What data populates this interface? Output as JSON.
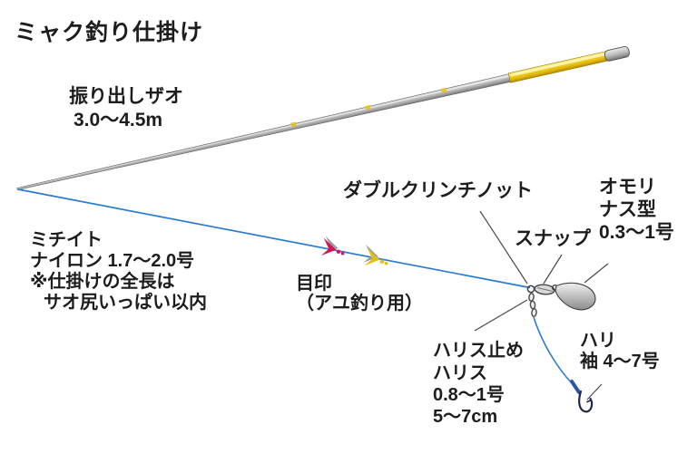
{
  "title": "ミャク釣り仕掛け",
  "labels": {
    "rod": {
      "line1": "振り出しザオ",
      "line2": "3.0〜4.5m"
    },
    "main_line": {
      "line1": "ミチイト",
      "line2": "ナイロン 1.7〜2.0号",
      "line3": "※仕掛けの全長は",
      "line4": "サオ尻いっぱい以内"
    },
    "marker": {
      "line1": "目印",
      "line2": "（アユ釣り用）"
    },
    "knot": "ダブルクリンチノット",
    "snap": "スナップ",
    "weight": {
      "line1": "オモリ",
      "line2": "ナス型",
      "line3": "0.3〜1号"
    },
    "leader_stopper": "ハリス止め",
    "leader": {
      "line1": "ハリス",
      "line2": "0.8〜1号",
      "line3": "5〜7cm"
    },
    "hook": {
      "line1": "ハリ",
      "line2": "袖 4〜7号"
    }
  },
  "colors": {
    "line_blue": "#2b7cce",
    "knot_blue": "#2a56a8",
    "hook_navy": "#1c2b4a",
    "marker_pink": "#d4145a",
    "marker_yellow": "#e3bf14",
    "grip_yellow": "#f0cf1d",
    "metal_gray": "#b5b5b5",
    "pointer_gray": "#4a4a4a",
    "text": "#1d1d1d"
  }
}
